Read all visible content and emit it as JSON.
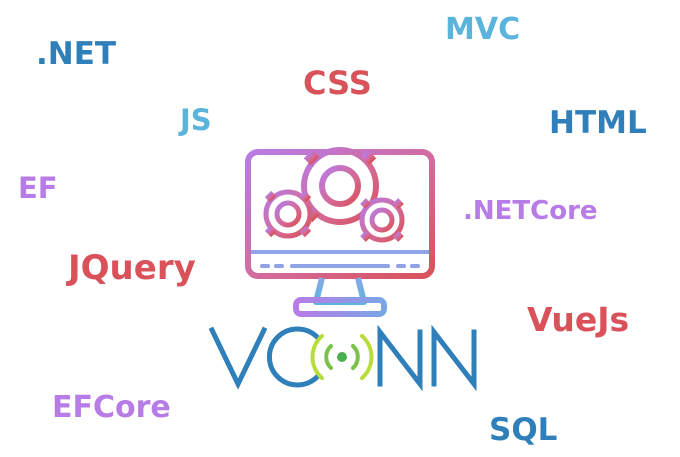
{
  "brand": {
    "logo_text": "VCONN",
    "colors": {
      "primary_blue": "#2f7fba",
      "light_blue": "#5ab4dc",
      "red": "#d9525a",
      "purple": "#b77ce6",
      "lime": "#b7dc3c",
      "green": "#4caf4f"
    },
    "icon": "monitor-with-gears-icon"
  },
  "tags": [
    {
      "text": ".NET",
      "color": "#2f7fba"
    },
    {
      "text": "MVC",
      "color": "#5ab4dc"
    },
    {
      "text": "CSS",
      "color": "#d9525a"
    },
    {
      "text": "JS",
      "color": "#5ab4dc"
    },
    {
      "text": "HTML",
      "color": "#2f7fba"
    },
    {
      "text": "EF",
      "color": "#b77ce6"
    },
    {
      "text": ".NETCore",
      "color": "#b77ce6"
    },
    {
      "text": "JQuery",
      "color": "#d9525a"
    },
    {
      "text": "VueJs",
      "color": "#d9525a"
    },
    {
      "text": "EFCore",
      "color": "#b77ce6"
    },
    {
      "text": "SQL",
      "color": "#2f7fba"
    }
  ]
}
